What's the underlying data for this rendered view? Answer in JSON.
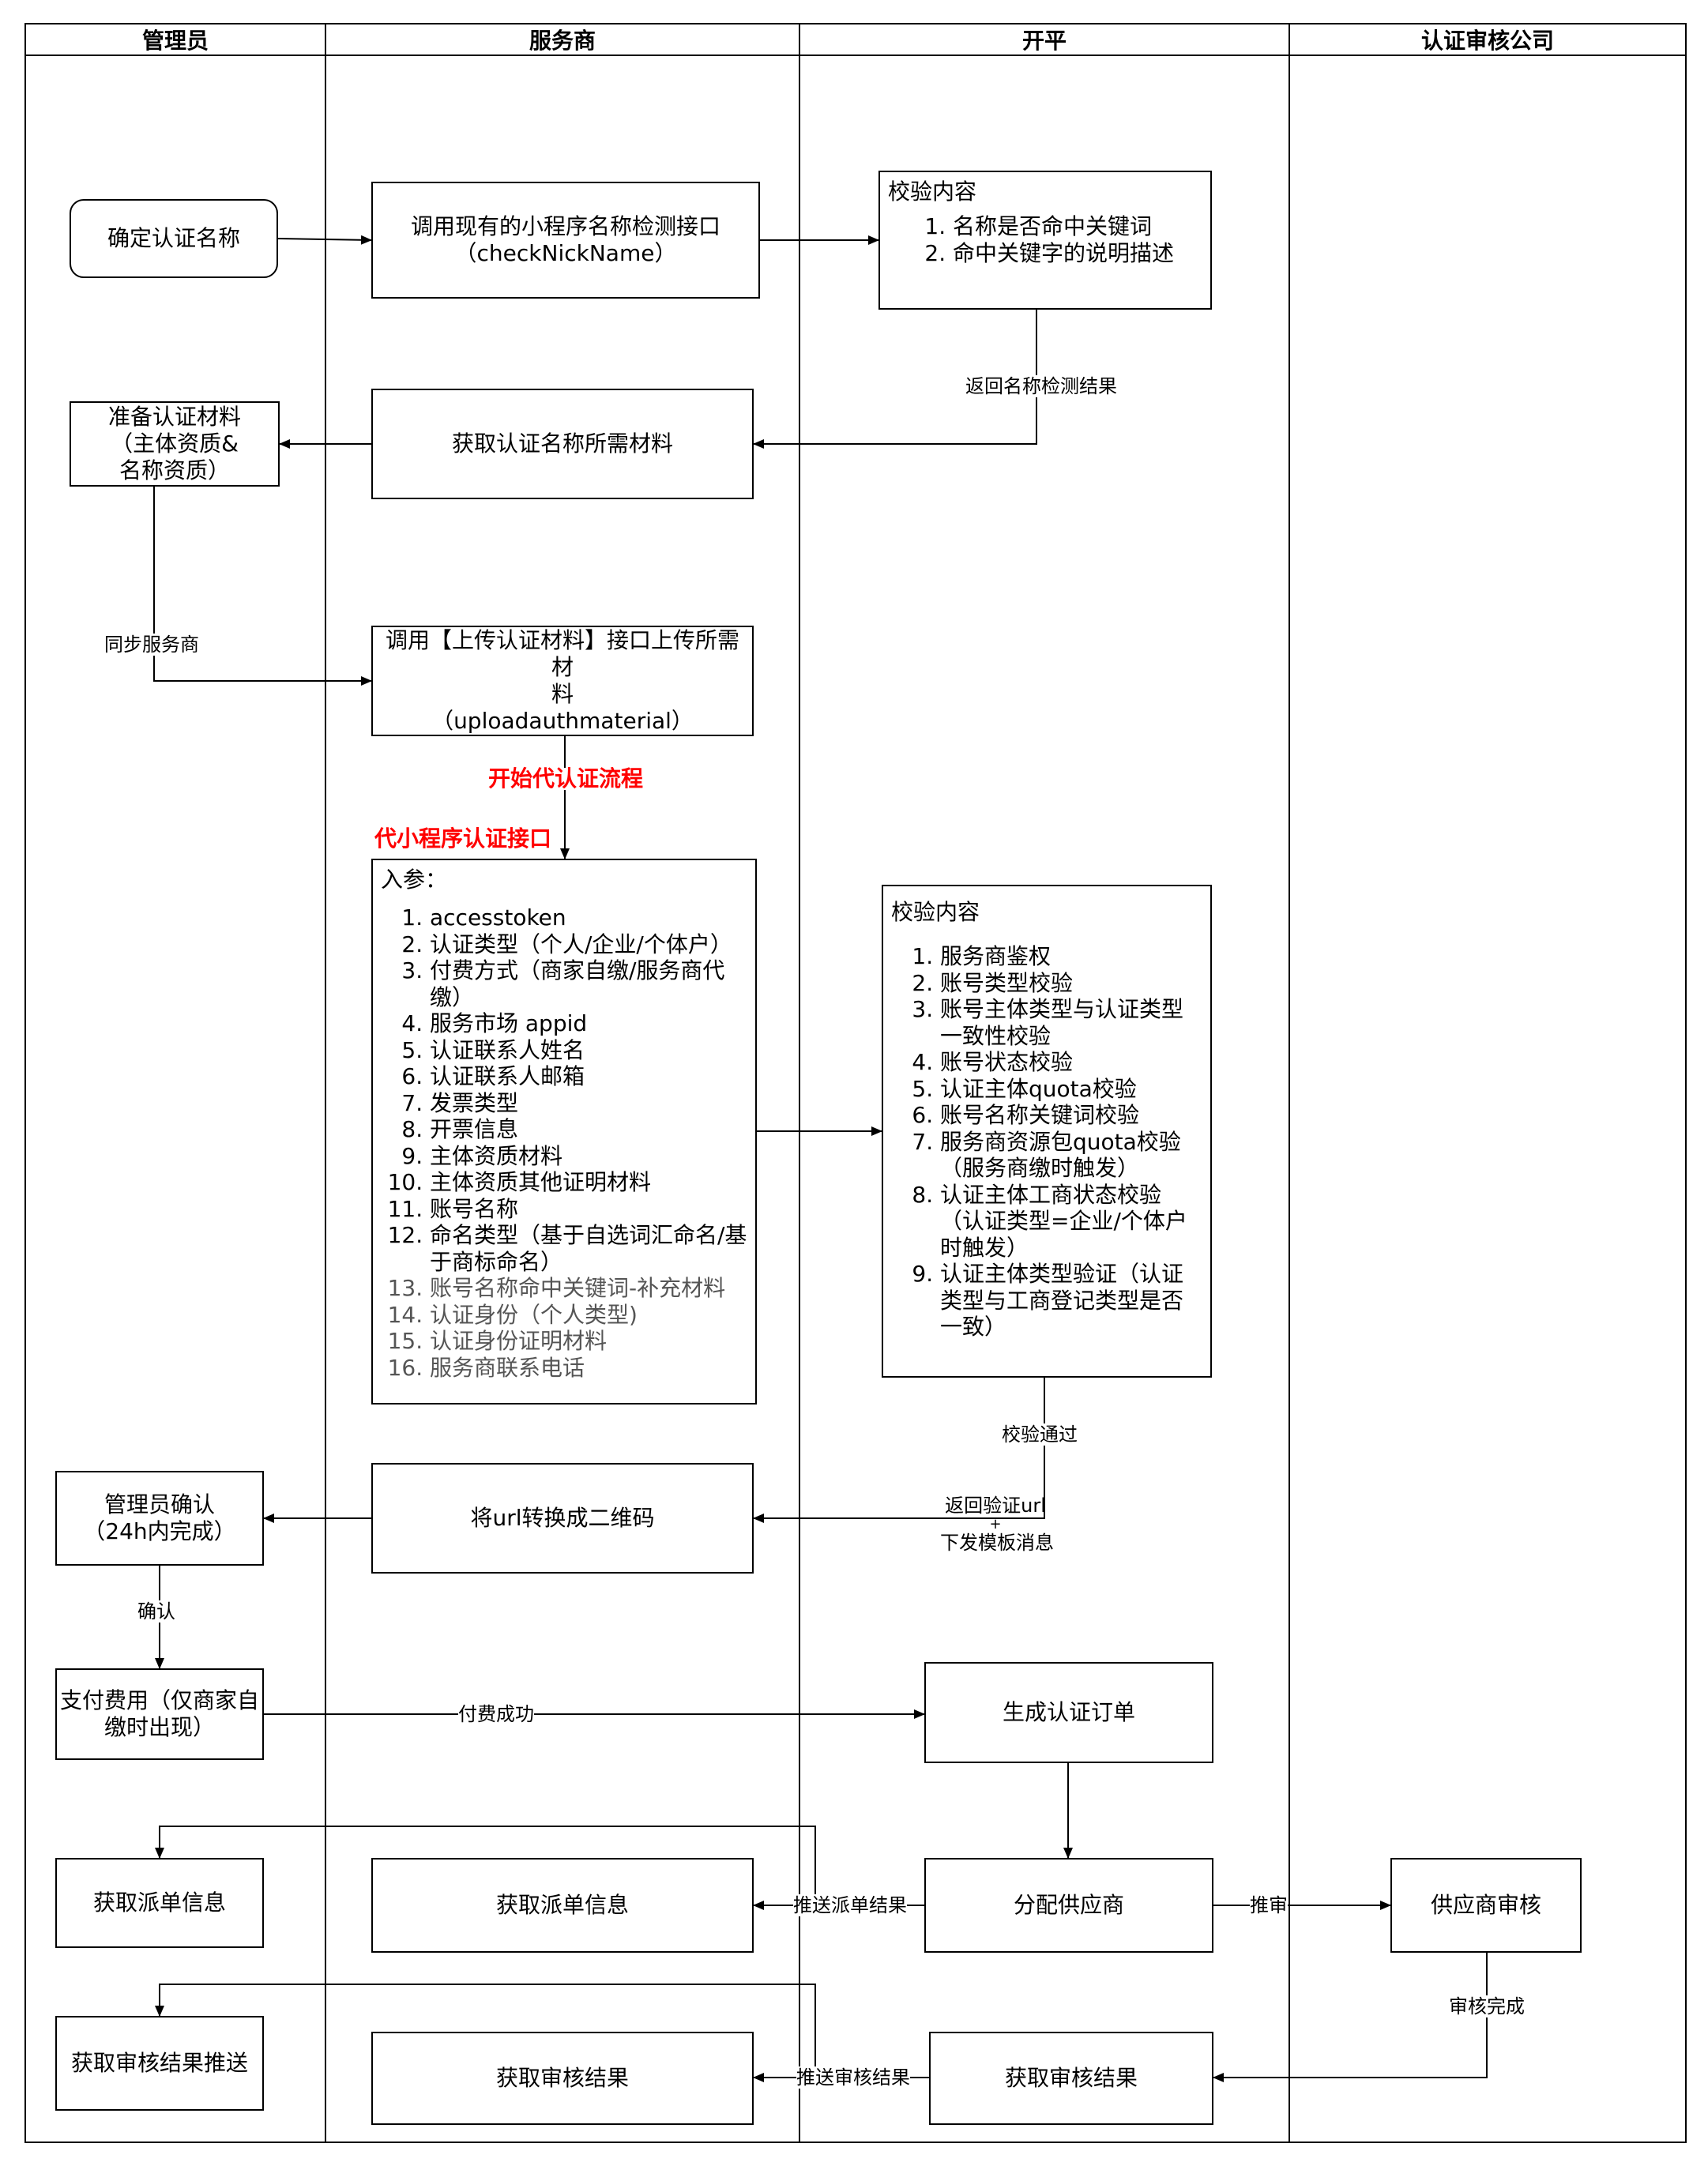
{
  "lanes": [
    "管理员",
    "服务商",
    "开平",
    "认证审核公司"
  ],
  "nodes": {
    "confirm_name": "确定认证名称",
    "call_check": [
      "调用现有的小程序名称检测接口",
      "（checkNickName）"
    ],
    "check1_title": "校验内容",
    "check1_items": [
      "名称是否命中关键词",
      "命中关键字的说明描述"
    ],
    "prepare": [
      "准备认证材料",
      "（主体资质&",
      "名称资质）"
    ],
    "get_material": "获取认证名称所需材料",
    "upload": [
      "调用【上传认证材料】接口上传所需材",
      "料",
      "（uploadauthmaterial）"
    ],
    "params_title": "入参：",
    "params_items": [
      "accesstoken",
      "认证类型（个人/企业/个体户）",
      "付费方式（商家自缴/服务商代缴）",
      "服务市场 appid",
      "认证联系人姓名",
      "认证联系人邮箱",
      "发票类型",
      "开票信息",
      "主体资质材料",
      "主体资质其他证明材料",
      "账号名称",
      "命名类型（基于自选词汇命名/基于商标命名）"
    ],
    "params_items_gray": [
      "账号名称命中关键词-补充材料",
      "认证身份（个人类型)",
      "认证身份证明材料",
      "服务商联系电话"
    ],
    "check2_title": "校验内容",
    "check2_items": [
      "服务商鉴权",
      "账号类型校验",
      "账号主体类型与认证类型一致性校验",
      "账号状态校验",
      "认证主体quota校验",
      "账号名称关键词校验",
      "服务商资源包quota校验（服务商缴时触发）",
      "认证主体工商状态校验（认证类型=企业/个体户时触发）",
      "认证主体类型验证（认证类型与工商登记类型是否一致）"
    ],
    "admin_confirm": [
      "管理员确认",
      "（24h内完成）"
    ],
    "qrcode": "将url转换成二维码",
    "pay": [
      "支付费用（仅商家自",
      "缴时出现）"
    ],
    "gen_order": "生成认证订单",
    "admin_dispatch": "获取派单信息",
    "sp_dispatch": "获取派单信息",
    "assign": "分配供应商",
    "supplier_review": "供应商审核",
    "admin_result": "获取审核结果推送",
    "sp_result": "获取审核结果",
    "op_result": "获取审核结果"
  },
  "labels": {
    "return_check": "返回名称检测结果",
    "sync": "同步服务商",
    "start_flow": "开始代认证流程",
    "api_name": "代小程序认证接口",
    "pass": "校验通过",
    "return_url": [
      "返回验证url",
      "+",
      "下发模板消息"
    ],
    "confirm": "确认",
    "paid": "付费成功",
    "push_dispatch": "推送派单结果",
    "push_review": "推审",
    "review_done": "审核完成",
    "push_result": "推送审核结果"
  }
}
